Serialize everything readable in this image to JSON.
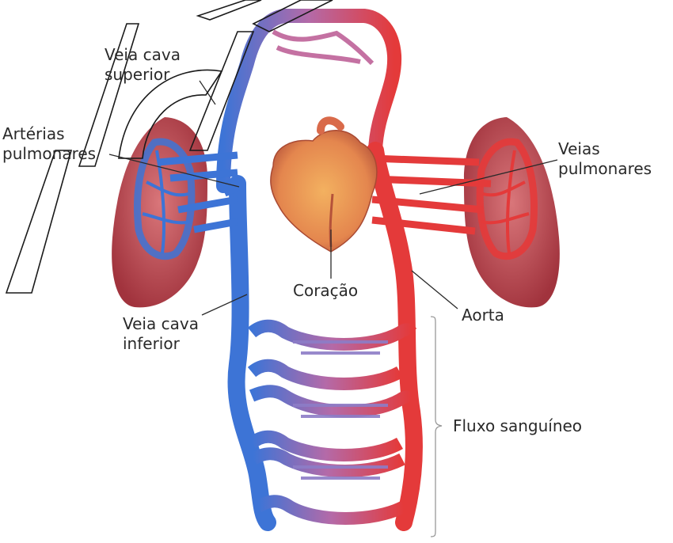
{
  "labels": {
    "veia_cava_superior": [
      "Veia cava",
      "superior"
    ],
    "arterias_pulmonares": [
      "Artérias",
      "pulmonares"
    ],
    "veias_pulmonares": [
      "Veias",
      "pulmonares"
    ],
    "coracao": "Coração",
    "veia_cava_inferior": [
      "Veia cava",
      "inferior"
    ],
    "aorta": "Aorta",
    "fluxo_sanguineo": "Fluxo sanguíneo"
  },
  "colors": {
    "venous": "#3d74d6",
    "arterial": "#e43a3a",
    "mixed": "#b46aa8",
    "lung": "#b8434a",
    "heart": "#e58a5a"
  }
}
